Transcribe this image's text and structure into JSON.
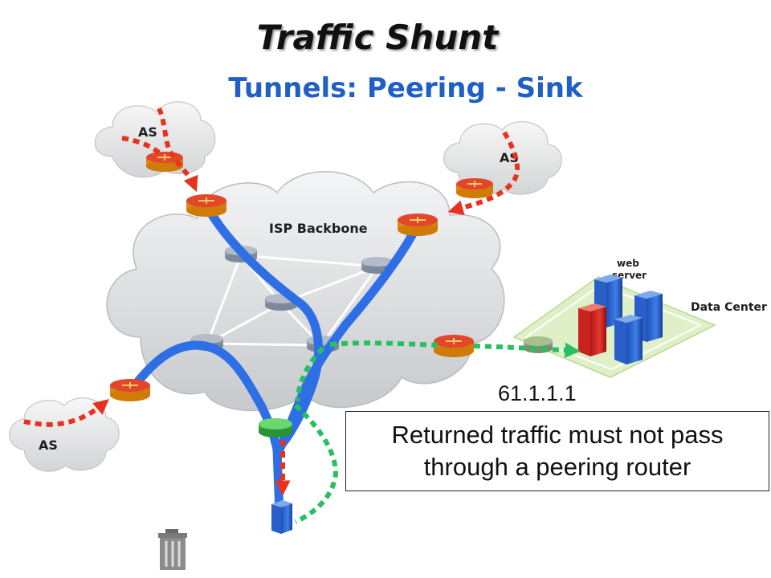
{
  "title": "Traffic Shunt",
  "subtitle": "Tunnels: Peering - Sink",
  "labels": {
    "backbone": "ISP Backbone",
    "as": "AS",
    "web_server": "web server",
    "data_center": "Data Center",
    "ip_address": "61.1.1.1"
  },
  "note": {
    "line1": "Returned traffic must not pass",
    "line2": "through a peering router"
  },
  "colors": {
    "subtitle": "#1f5fc6",
    "tunnel": "#2f6fe6",
    "incoming_traffic": "#e8321f",
    "returned_traffic": "#27c060",
    "router": "#f0a020",
    "router_top": "#e2472a",
    "sink_router": "#3cc04a"
  },
  "icons": [
    "router-icon",
    "cloud-icon",
    "server-icon",
    "trash-icon"
  ]
}
